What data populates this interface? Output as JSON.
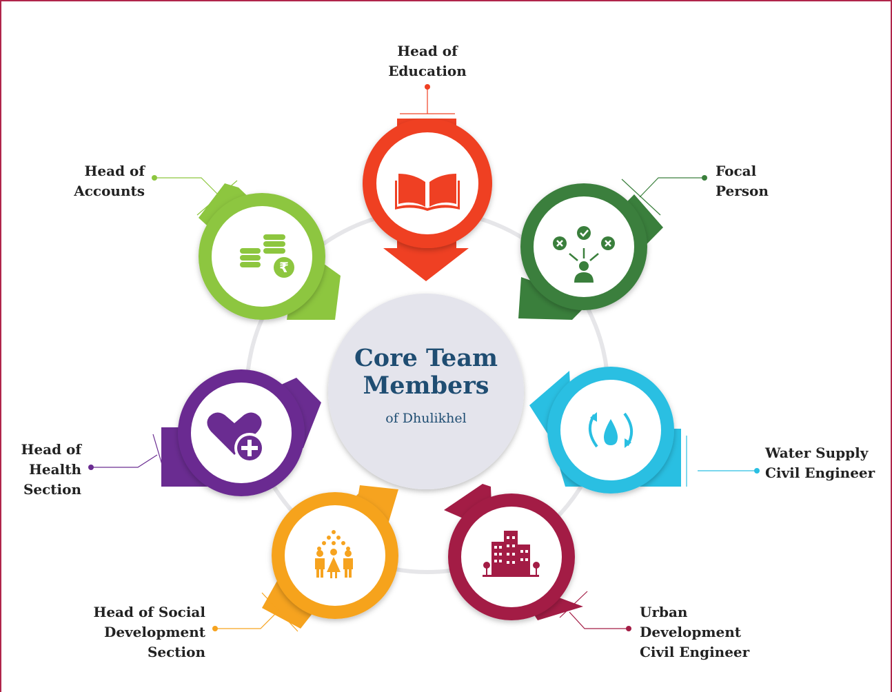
{
  "center": {
    "title": "Core Team\nMembers",
    "subtitle": "of Dhulikhel"
  },
  "members": [
    {
      "label": "Head of\nEducation",
      "color": "#ef4023",
      "icon": "open-book-icon"
    },
    {
      "label": "Focal\nPerson",
      "color": "#3a7f3c",
      "icon": "decision-person-icon"
    },
    {
      "label": "Water Supply\nCivil Engineer",
      "color": "#29bfe2",
      "icon": "water-drop-cycle-icon"
    },
    {
      "label": "Urban\nDevelopment\nCivil Engineer",
      "color": "#a31c45",
      "icon": "buildings-icon"
    },
    {
      "label": "Head of Social\nDevelopment\nSection",
      "color": "#f6a31f",
      "icon": "community-people-icon"
    },
    {
      "label": "Head of\nHealth\nSection",
      "color": "#6a2c91",
      "icon": "heart-plus-icon"
    },
    {
      "label": "Head of\nAccounts",
      "color": "#8dc63f",
      "icon": "coins-rupee-icon"
    }
  ]
}
